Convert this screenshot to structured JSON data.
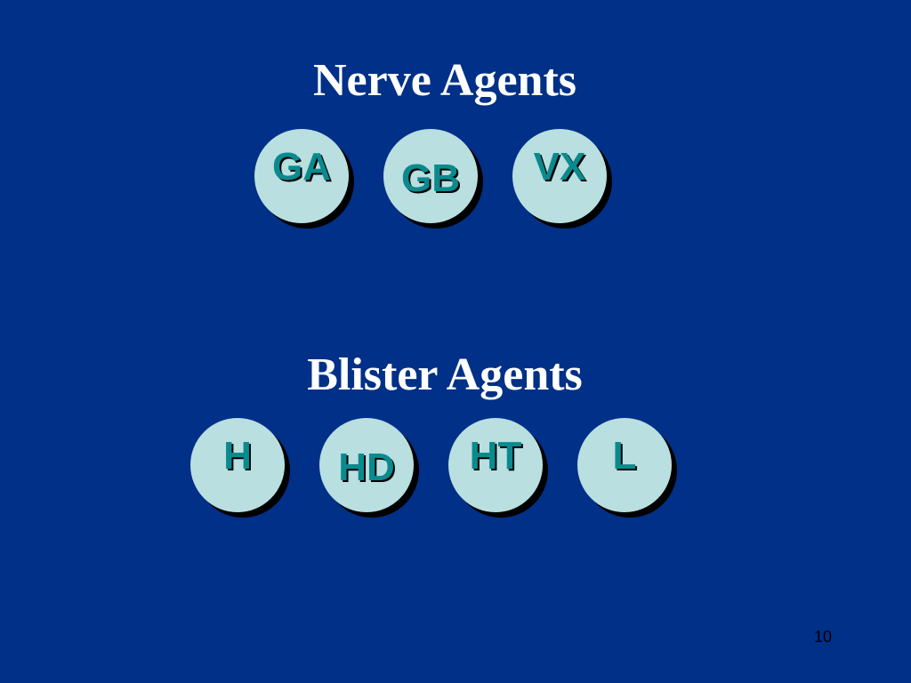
{
  "slide": {
    "sections": [
      {
        "title": "Nerve Agents",
        "items": [
          "GA",
          "GB",
          "VX"
        ]
      },
      {
        "title": "Blister Agents",
        "items": [
          "H",
          "HD",
          "HT",
          "L"
        ]
      }
    ],
    "page_number": "10"
  },
  "colors": {
    "background": "#003087",
    "title_text": "#ffffff",
    "bubble_fill": "#b9dfe0",
    "bubble_text": "#0b8a8e",
    "shadow": "#000000"
  }
}
